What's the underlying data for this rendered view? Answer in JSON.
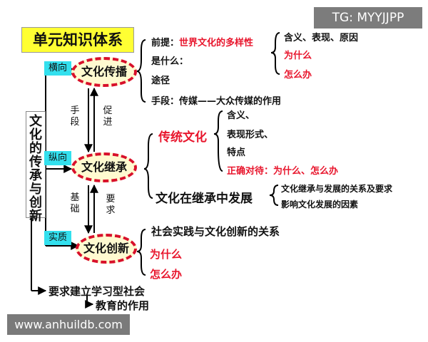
{
  "title": "单元知识体系",
  "watermark_top": "TG: MYYJJPP",
  "watermark_bottom": "www.anhuildb.com",
  "side_label": "文化的传承与创新",
  "tags": {
    "horizontal": "横向",
    "vertical": "纵向",
    "essence": "实质"
  },
  "nodes": {
    "spread": "文化传播",
    "inherit": "文化继承",
    "innovate": "文化创新"
  },
  "connectors": {
    "means_chars": [
      "手",
      "段"
    ],
    "promote_chars": [
      "促",
      "进"
    ],
    "basis_chars": [
      "基",
      "础"
    ],
    "require_chars": [
      "要",
      "求"
    ]
  },
  "spread_branch": {
    "premise_label": "前提：",
    "premise_value": "世界文化的多样性",
    "what": "是什么：",
    "route": "途径",
    "means": "手段：传媒——大众传媒的作用",
    "sub": {
      "content": "含义、表现、原因",
      "why": "为什么",
      "how": "怎么办"
    }
  },
  "inherit_branch": {
    "traditional": "传统文化",
    "items": {
      "meaning": "含义、",
      "forms": "表现形式、",
      "features": "特点",
      "correct": "正确对待：为什么、怎么办"
    },
    "develop": "文化在继承中发展",
    "develop_items": {
      "relation": "文化继承与发展的关系及要求",
      "factors": "影响文化发展的因素"
    }
  },
  "innovate_branch": {
    "practice": "社会实践与文化创新的关系",
    "why": "为什么",
    "how": "怎么办"
  },
  "bottom": {
    "society": "要求建立学习型社会",
    "education": "教育的作用"
  },
  "colors": {
    "red": "#e8152c",
    "cyan": "#33e0ee",
    "yellow": "#ffff33"
  }
}
